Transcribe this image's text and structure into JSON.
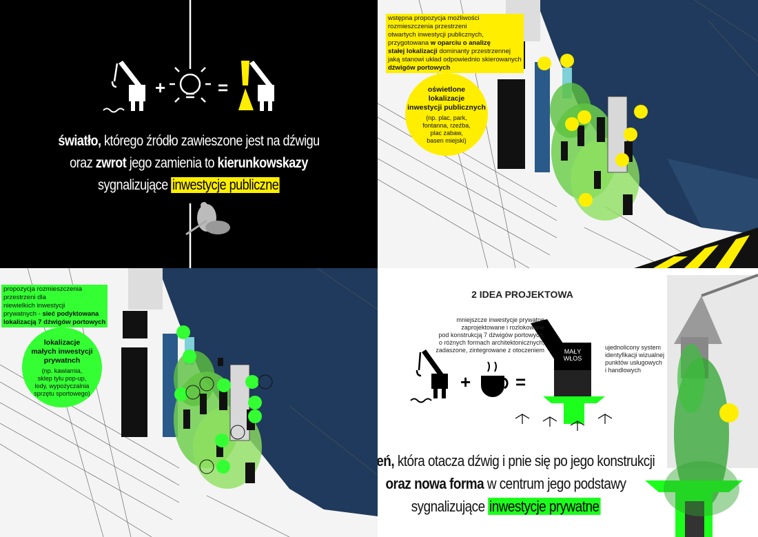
{
  "top_left": {
    "line1_bold": "światło,",
    "line1_rest": " którego źródło zawieszone jest na dźwigu",
    "line2_pre": "oraz ",
    "line2_bold1": "zwrot",
    "line2_mid": " jego zamienia to ",
    "line2_bold2": "kierunkowskazy",
    "line3_pre": "sygnalizujące ",
    "line3_hl": "inwestycje publiczne",
    "plus": "+",
    "equals": "="
  },
  "top_right": {
    "note_lines": [
      "wstępna propozycja możliwości",
      "rozmieszczenia przestrzeni",
      "otwartych inwestycji publicznych,",
      "przygotowana"
    ],
    "note_bold1": "w oparciu o analizę",
    "note_bold2": "stałej lokalizacji",
    "note_after_bold2": " dominanty przestrzennej",
    "note_lines2": [
      "jaką stanowi układ odpowiednio skierowanych"
    ],
    "note_bold3": "dźwigów portowych",
    "circle_title": [
      "oświetlone",
      "lokalizacje",
      "inwestycji publicznych"
    ],
    "circle_sub": [
      "(np. plac, park,",
      "fontanna, rzeźba,",
      "plac zabaw,",
      "basen miejski)"
    ]
  },
  "bottom_left": {
    "note_lines": [
      "propozycja rozmieszczenia",
      "przestrzeni dla",
      "niewielkich inwestycji",
      "prywatnych - "
    ],
    "note_bold1": "sieć podyktowana",
    "note_bold2": "lokalizacją 7 dźwigów portowych",
    "circle_title": [
      "lokalizacje",
      "małych inwestycji",
      "prywatnch"
    ],
    "circle_sub": [
      "(np. kawiarnia,",
      "sklep tylu pop-up,",
      "lody, wypożyczalnia",
      "sprzętu sportowego)"
    ]
  },
  "bottom_right": {
    "heading": "2 IDEA PROJEKTOWA",
    "desc_lines": [
      "mniejszcze inwestycje prywatne",
      "zaprojektowane i rozlokowane",
      "pod konstrukcją 7 dźwigów portowych,",
      "o różnych formach architektonicznych,",
      "zadaszone, zintegrowane z otoczeniem"
    ],
    "side_lines": [
      "ujednolicony system",
      "identyfikacji wizualnej",
      "punktów usługowych",
      "i handlowych"
    ],
    "logo_line1": "MAŁY",
    "logo_line2": "WŁOS",
    "plus": "+",
    "equals": "=",
    "line1_bold": "zieleń,",
    "line1_rest": " która otacza dźwig i pnie się po jego konstrukcji",
    "line2_bold": "oraz nowa forma",
    "line2_rest": " w centrum jego podstawy",
    "line3_pre": "sygnalizujące ",
    "line3_hl": "inwestycje prywatne"
  },
  "colors": {
    "yellow": "#ffee00",
    "green": "#33ff33",
    "water": "#1f3a5c",
    "dark": "#111111"
  }
}
